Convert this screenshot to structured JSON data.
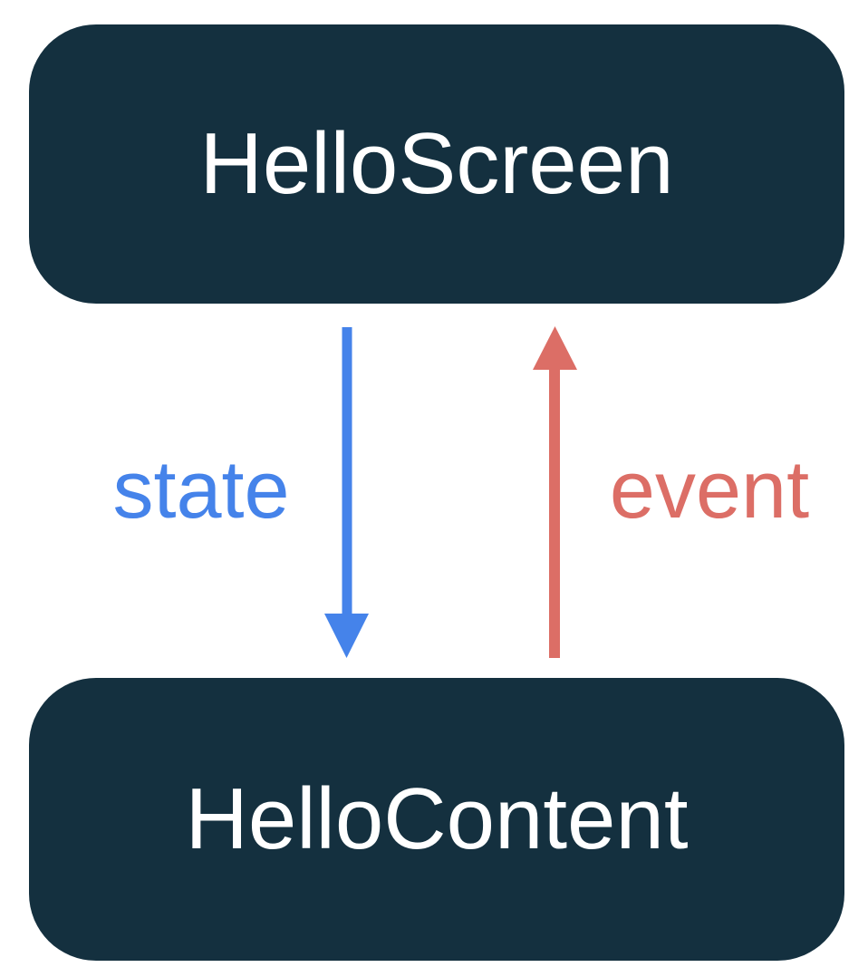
{
  "diagram": {
    "title": "unidirectional-data-flow",
    "top_box": {
      "label": "HelloScreen"
    },
    "bottom_box": {
      "label": "HelloContent"
    },
    "state_flow": {
      "label": "state",
      "direction": "down"
    },
    "event_flow": {
      "label": "event",
      "direction": "up"
    }
  },
  "colors": {
    "box_background": "#14303F",
    "box_text": "#FFFFFF",
    "state_blue": "#4583EA",
    "event_red": "#DC6E66",
    "page_background": "#FFFFFF"
  }
}
